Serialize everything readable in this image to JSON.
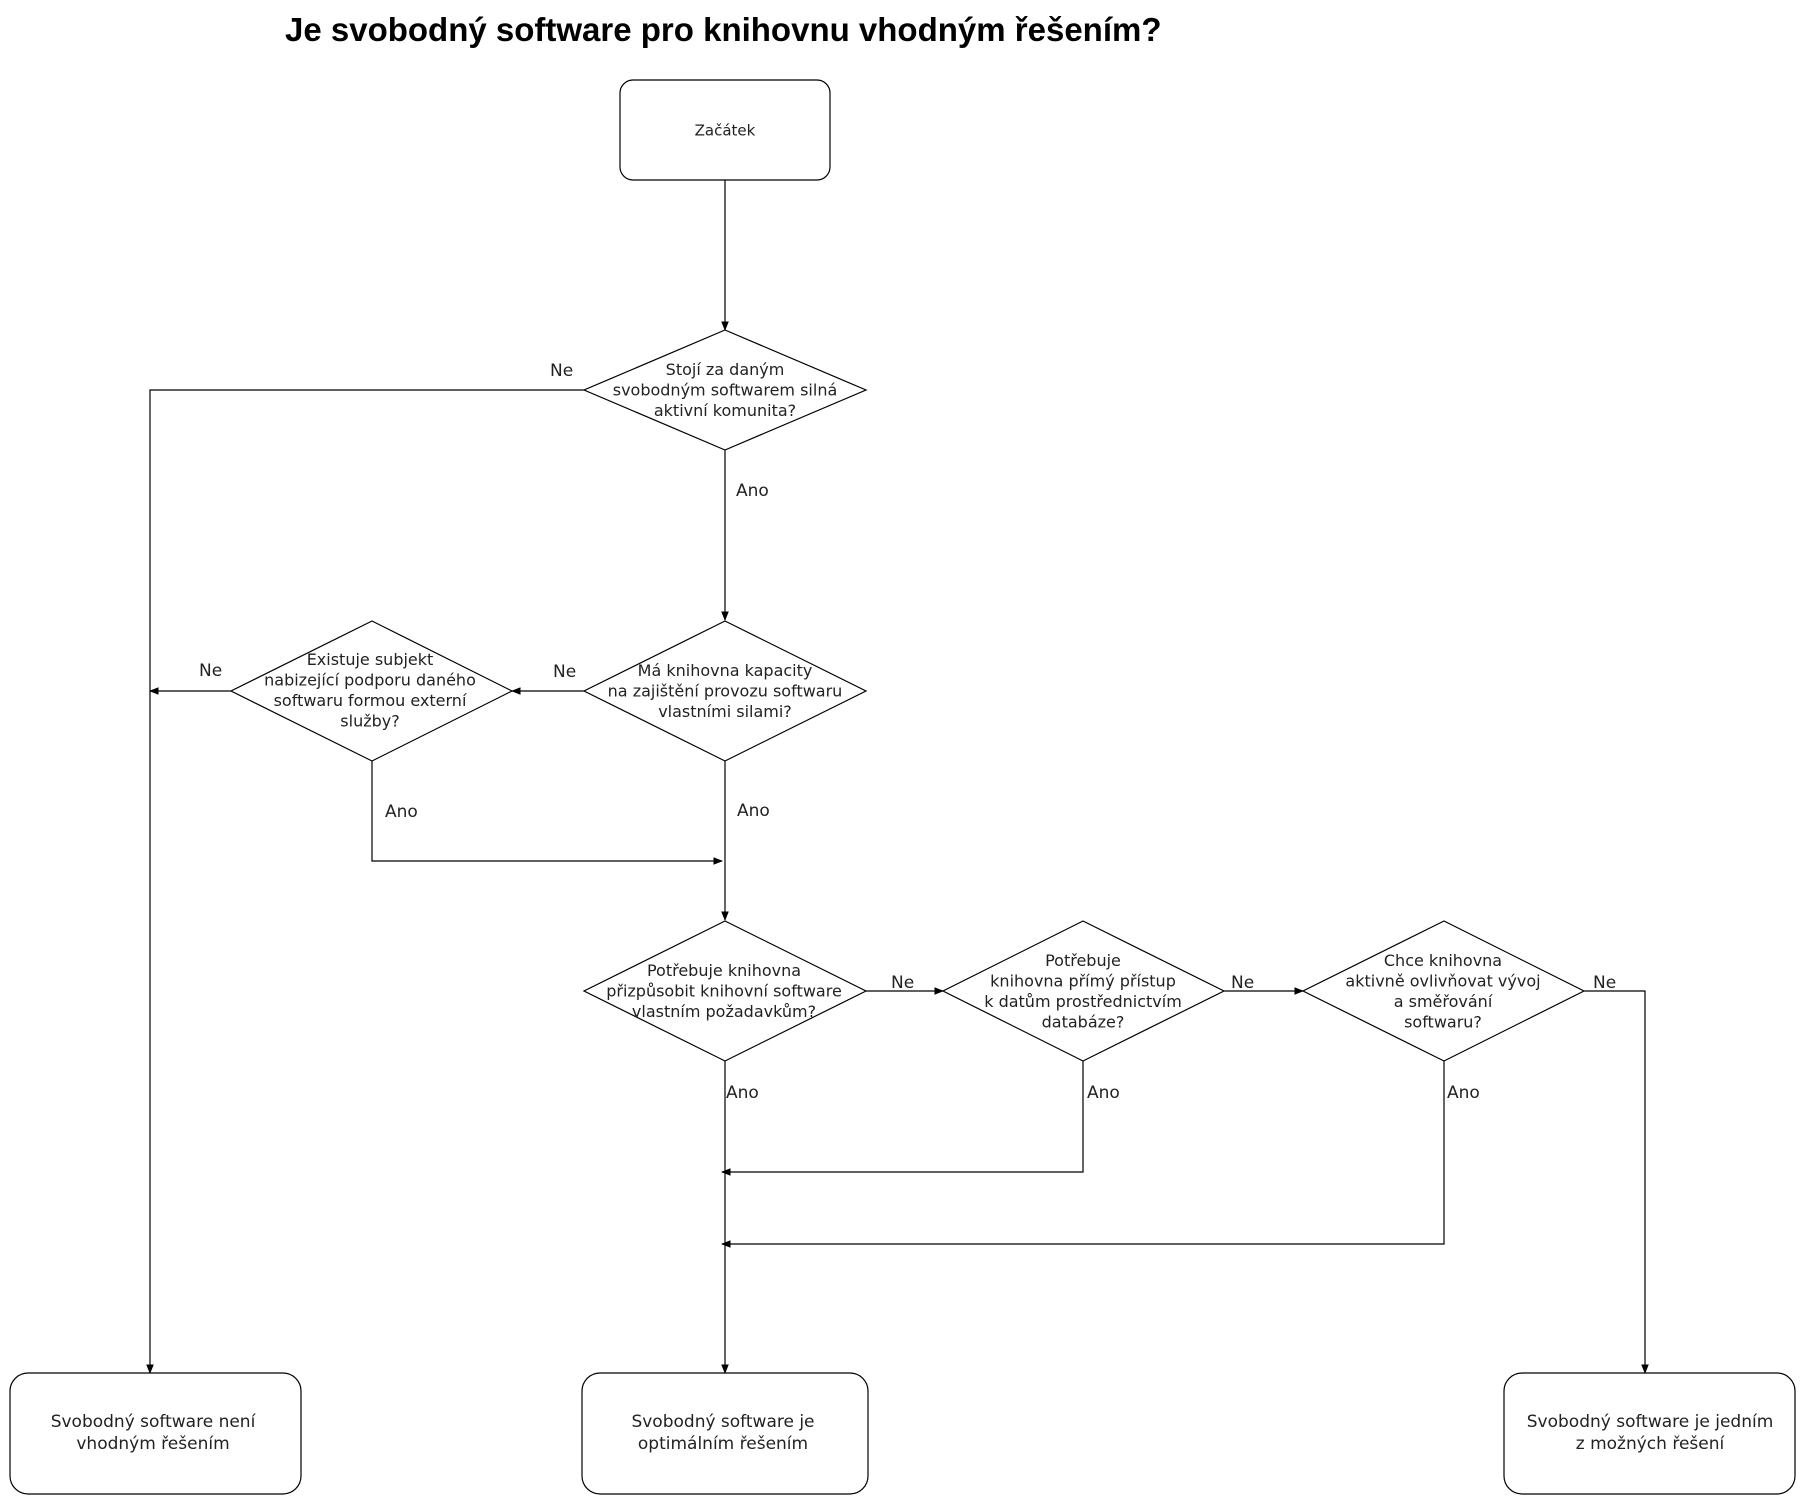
{
  "title": "Je svobodný software pro knihovnu vhodným řešením?",
  "nodes": {
    "start": {
      "lines": [
        "Začátek"
      ]
    },
    "q_community": {
      "lines": [
        "Stojí za daným",
        "svobodným softwarem silná",
        "aktivní  komunita?"
      ]
    },
    "q_capacity": {
      "lines": [
        "Má knihovna kapacity",
        "na zajištění provozu softwaru",
        "vlastními silami?"
      ]
    },
    "q_external": {
      "lines": [
        "Existuje subjekt",
        "nabizející podporu daného",
        "softwaru formou externí",
        "služby?"
      ]
    },
    "q_customize": {
      "lines": [
        "Potřebuje knihovna",
        "přizpůsobit knihovní software",
        "vlastním požadavkům?"
      ]
    },
    "q_data_access": {
      "lines": [
        "Potřebuje",
        "knihovna přímý přístup",
        "k datům prostřednictvím",
        "databáze?"
      ]
    },
    "q_influence": {
      "lines": [
        "Chce knihovna",
        "aktivně ovlivňovat vývoj",
        "a směřování",
        "softwaru?"
      ]
    },
    "end_not_suitable": {
      "lines": [
        "Svobodný software není",
        "vhodným řešením"
      ]
    },
    "end_optimal": {
      "lines": [
        "Svobodný software je",
        "optimálním řešením"
      ]
    },
    "end_one_of": {
      "lines": [
        "Svobodný software je jedním",
        "z možných řešení"
      ]
    }
  },
  "edge_labels": {
    "community_no": "Ne",
    "community_yes": "Ano",
    "capacity_no": "Ne",
    "capacity_yes": "Ano",
    "external_no": "Ne",
    "external_yes": "Ano",
    "customize_no": "Ne",
    "customize_yes": "Ano",
    "data_access_no": "Ne",
    "data_access_yes": "Ano",
    "influence_no": "Ne",
    "influence_yes": "Ano"
  }
}
